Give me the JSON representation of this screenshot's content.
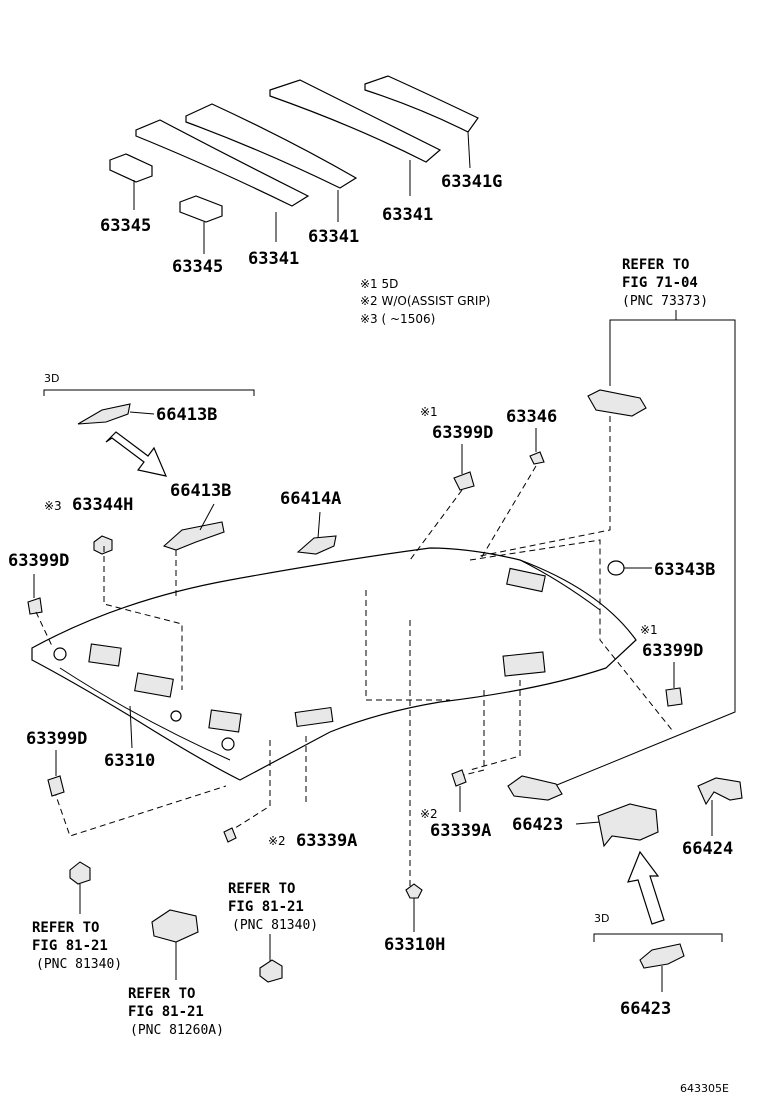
{
  "diagram_code": "643305E",
  "notes": {
    "note1": "※1 5D",
    "note2": "※2 W/O(ASSIST GRIP)",
    "note3": "※3 (      ~1506)"
  },
  "labels": {
    "p63341g": "63341G",
    "p63341_a": "63341",
    "p63341_b": "63341",
    "p63341_c": "63341",
    "p63345_a": "63345",
    "p63345_b": "63345",
    "p66413b_a": "66413B",
    "p66413b_b": "66413B",
    "p63344h": "63344H",
    "p66414a": "66414A",
    "p63399d_top": "63399D",
    "p63346": "63346",
    "p63399d_left": "63399D",
    "p63343b": "63343B",
    "p63399d_right": "63399D",
    "p63399d_lower": "63399D",
    "p63310": "63310",
    "p63339a_a": "63339A",
    "p63339a_b": "63339A",
    "p66423_a": "66423",
    "p66424": "66424",
    "p63310h": "63310H",
    "p66423_b": "66423"
  },
  "marks": {
    "m1_top": "※1",
    "m1_right": "※1",
    "m2_a": "※2",
    "m2_b": "※2",
    "m3": "※3"
  },
  "groups": {
    "g3d_left": "3D",
    "g3d_right": "3D"
  },
  "refs": {
    "ref_top": [
      "REFER TO",
      "FIG 71-04",
      "(PNC 73373)"
    ],
    "ref_mid": [
      "REFER TO",
      "FIG 81-21",
      "(PNC 81340)"
    ],
    "ref_left": [
      "REFER TO",
      "FIG 81-21",
      "(PNC 81340)"
    ],
    "ref_bottom": [
      "REFER TO",
      "FIG 81-21",
      "(PNC 81260A)"
    ]
  }
}
